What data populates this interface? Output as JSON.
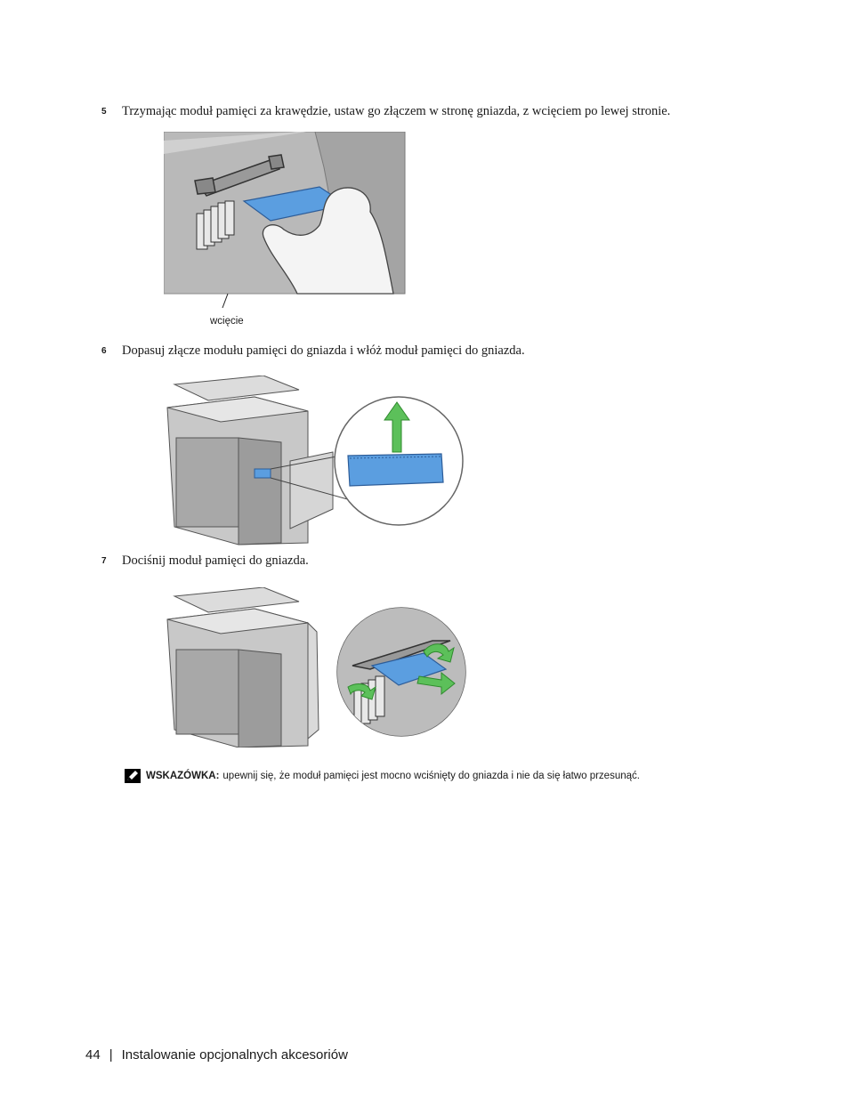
{
  "steps": [
    {
      "num": "5",
      "text": "Trzymając moduł pamięci za krawędzie, ustaw go złączem w stronę gniazda, z wcięciem po lewej stronie."
    },
    {
      "num": "6",
      "text": "Dopasuj złącze modułu pamięci do gniazda i włóż moduł pamięci do gniazda."
    },
    {
      "num": "7",
      "text": "Dociśnij moduł pamięci do gniazda."
    }
  ],
  "figure1": {
    "caption": "wcięcie"
  },
  "note": {
    "icon": "pencil-note-icon",
    "label": "WSKAZÓWKA:",
    "text": "upewnij się, że moduł pamięci jest mocno wciśnięty do gniazda i nie da się łatwo przesunąć."
  },
  "footer": {
    "page": "44",
    "separator": "|",
    "section": "Instalowanie opcjonalnych akcesoriów"
  },
  "colors": {
    "module_blue": "#5b9ee0",
    "arrow_green": "#5cc05a",
    "photo_bg": "#b8b8b8"
  }
}
